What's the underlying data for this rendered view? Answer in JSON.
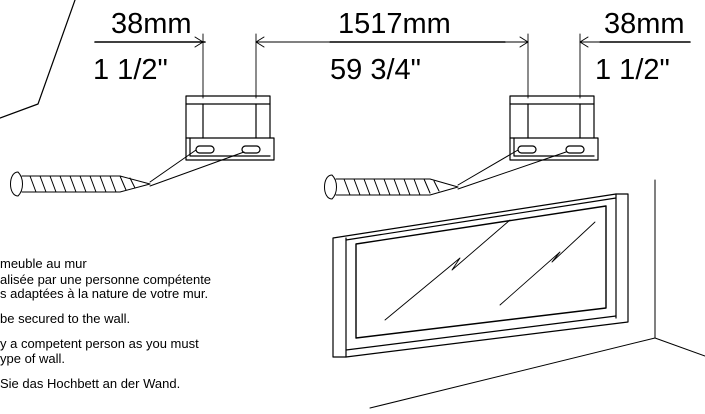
{
  "dimensions": {
    "left_mm": "38mm",
    "left_in": "1 1/2\"",
    "center_mm": "1517mm",
    "center_in": "59 3/4\"",
    "right_mm": "38mm",
    "right_in": "1 1/2\""
  },
  "notes": {
    "fr_line1": "meuble au mur",
    "fr_line2": "alisée par une personne compétente",
    "fr_line3": "s adaptées à la nature de votre mur.",
    "en_line1": "be secured to the wall.",
    "en_line2": "y a competent person as you must",
    "en_line3": "ype of wall.",
    "de_line1": "Sie das Hochbett an der Wand."
  }
}
